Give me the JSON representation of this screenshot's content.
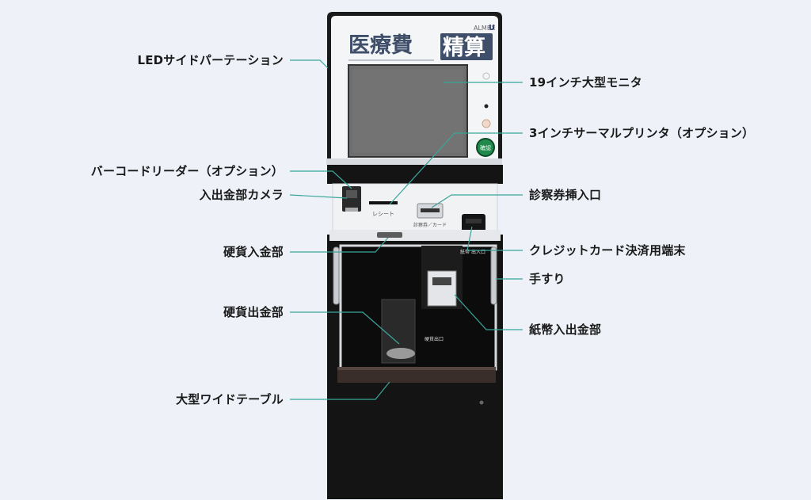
{
  "colors": {
    "background": "#eef2f8",
    "leader_line": "#3aa59a",
    "label_text": "#1a1a1a",
    "machine_top": "#e9ecf0",
    "machine_body": "#141414",
    "screen_title_text": "#3f4f6a",
    "screen_title_box": "#3f4f6a",
    "confirm_button": "#1f8a4c"
  },
  "callouts_left": [
    {
      "id": "led-side-partition",
      "text": "LEDサイドパーテーション"
    },
    {
      "id": "barcode-reader",
      "text": "バーコードリーダー（オプション）"
    },
    {
      "id": "cash-camera",
      "text": "入出金部カメラ"
    },
    {
      "id": "coin-input",
      "text": "硬貨入金部"
    },
    {
      "id": "coin-output",
      "text": "硬貨出金部"
    },
    {
      "id": "wide-table",
      "text": "大型ワイドテーブル"
    }
  ],
  "callouts_right": [
    {
      "id": "monitor",
      "text": "19インチ大型モニタ"
    },
    {
      "id": "thermal-printer",
      "text": "3インチサーマルプリンタ（オプション）"
    },
    {
      "id": "card-slot",
      "text": "診察券挿入口"
    },
    {
      "id": "credit-terminal",
      "text": "クレジットカード決済用端末"
    },
    {
      "id": "handrail",
      "text": "手すり"
    },
    {
      "id": "bill-io",
      "text": "紙幣入出金部"
    }
  ],
  "machine": {
    "screen_title_left": "医療費",
    "screen_title_right": "精算",
    "confirm_button_label": "確認",
    "receipt_label": "レシート",
    "card_label": "診察券／カード",
    "coin_out_label": "硬貨出口",
    "bill_io_label": "紙幣\n出入口"
  }
}
